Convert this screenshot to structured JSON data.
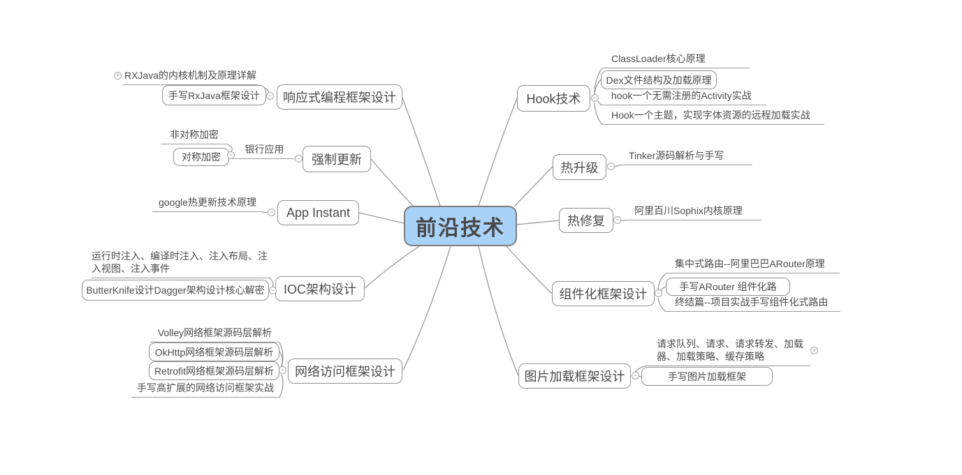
{
  "root": {
    "label": "前沿技术"
  },
  "icons": {
    "collapse": "−",
    "expand": "+"
  },
  "colors": {
    "root_fill": "#a9d2f8",
    "root_border": "#7d7d7d",
    "node_border": "#8f8f8f",
    "connector_line": "#9a9a9a",
    "text": "#4b4b4b"
  },
  "branches": {
    "left": [
      {
        "label": "响应式编程框架设计",
        "children": [
          {
            "label": "RXJava的内核机制及原理详解"
          },
          {
            "label": "手写RxJava框架设计"
          }
        ]
      },
      {
        "label": "强制更新",
        "children": [
          {
            "label": "银行应用",
            "children": [
              {
                "label": "非对称加密"
              },
              {
                "label": "对称加密"
              }
            ]
          }
        ]
      },
      {
        "label": "App Instant",
        "children": [
          {
            "label": "google热更新技术原理"
          }
        ]
      },
      {
        "label": "IOC架构设计",
        "children": [
          {
            "label": "运行时注入、编译时注入、注入布局、注入视图、注入事件"
          },
          {
            "label": "ButterKnife设计Dagger架构设计核心解密"
          }
        ]
      },
      {
        "label": "网络访问框架设计",
        "children": [
          {
            "label": "Volley网络框架源码层解析"
          },
          {
            "label": "OkHttp网络框架源码层解析"
          },
          {
            "label": "Retrofit网络框架源码层解析"
          },
          {
            "label": "手写高扩展的网络访问框架实战"
          }
        ]
      }
    ],
    "right": [
      {
        "label": "Hook技术",
        "children": [
          {
            "label": "ClassLoader核心原理"
          },
          {
            "label": "Dex文件结构及加载原理"
          },
          {
            "label": "hook一个无需注册的Activity实战"
          },
          {
            "label": "Hook一个主题，实现字体资源的远程加载实战"
          }
        ]
      },
      {
        "label": "热升级",
        "children": [
          {
            "label": "Tinker源码解析与手写"
          }
        ]
      },
      {
        "label": "热修复",
        "children": [
          {
            "label": "阿里百川Sophix内核原理"
          }
        ]
      },
      {
        "label": "组件化框架设计",
        "children": [
          {
            "label": "集中式路由--阿里巴巴ARouter原理"
          },
          {
            "label": "手写ARouter 组件化路"
          },
          {
            "label": "终结篇--项目实战手写组件化式路由"
          }
        ]
      },
      {
        "label": "图片加载框架设计",
        "children": [
          {
            "label": "请求队列、请求、请求转发、加载器、加载策略、缓存策略"
          },
          {
            "label": "手写图片加载框架"
          }
        ]
      }
    ]
  }
}
